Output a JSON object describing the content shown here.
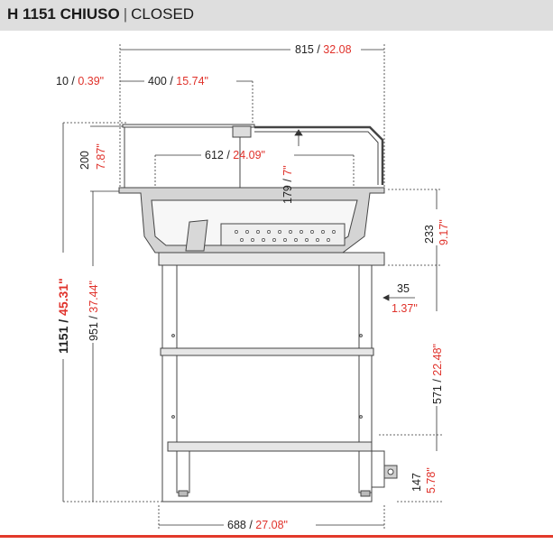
{
  "header": {
    "model": "H 1151 CHIUSO",
    "separator": "|",
    "state": "CLOSED"
  },
  "colors": {
    "accent_red": "#e0322b",
    "footer_red": "#e23a2a",
    "header_bg": "#dedede",
    "line": "#333333"
  },
  "dimensions": {
    "total_width": {
      "mm": "815",
      "sep": " / ",
      "inch": "32.08"
    },
    "offset_left": {
      "mm": "10",
      "sep": " / ",
      "inch": "0.39\""
    },
    "top_glass_width": {
      "mm": "400",
      "sep": " / ",
      "inch": "15.74\""
    },
    "inner_width": {
      "mm": "612",
      "sep": " / ",
      "inch": "24.09\""
    },
    "inner_depth": {
      "mm": "179",
      "sep": " / ",
      "inch": "7\""
    },
    "glass_height": {
      "mm": "200",
      "inch": "7.87\""
    },
    "total_height": {
      "mm": "1151",
      "sep": " / ",
      "inch": "45.31\""
    },
    "counter_height": {
      "mm": "951",
      "sep": " / ",
      "inch": "37.44\""
    },
    "basin_height": {
      "mm": "233",
      "inch": "9.17\""
    },
    "side_offset": {
      "mm": "35",
      "inch": "1.37\""
    },
    "cabinet_height": {
      "mm": "571",
      "sep": " / ",
      "inch": "22.48\""
    },
    "foot_height": {
      "mm": "147",
      "inch": "5.78\""
    },
    "base_width": {
      "mm": "688",
      "sep": " / ",
      "inch": "27.08\""
    }
  }
}
